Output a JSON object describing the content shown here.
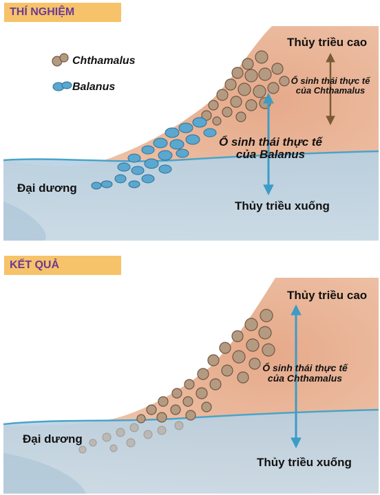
{
  "experiment": {
    "banner": "THÍ NGHIỆM",
    "legend": {
      "chthamalus": "Chthamalus",
      "balanus": "Balanus"
    },
    "high_tide": "Thủy triều cao",
    "low_tide": "Thủy triều xuống",
    "ocean": "Đại dương",
    "niche_chthamalus": [
      "Ổ sinh thái thực tế",
      "của Chthamalus"
    ],
    "niche_balanus": [
      "Ổ sinh thái thực tế",
      "của Balanus"
    ]
  },
  "result": {
    "banner": "KẾT QUẢ",
    "high_tide": "Thủy triều cao",
    "low_tide": "Thủy triều xuống",
    "ocean": "Đại dương",
    "niche_chthamalus": [
      "Ổ sinh thái thực tế",
      "của Chthamalus"
    ]
  },
  "colors": {
    "banner": "#f6c36a",
    "banner_text": "#6b3a93",
    "rock": "#e8b596",
    "ocean": "#b9d3e4",
    "waterline": "#4aa3c9",
    "chthamalus": "#b59a82",
    "balanus": "#5aa7d0",
    "arrow_blue": "#3b9cc7",
    "arrow_brown": "#7a5a36"
  }
}
